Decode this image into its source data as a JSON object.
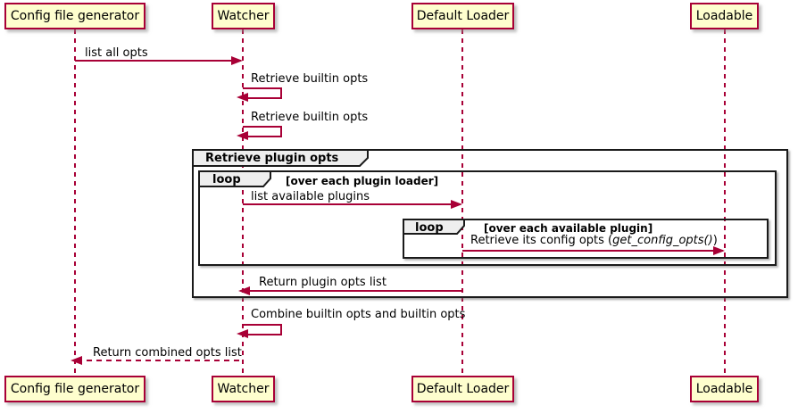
{
  "diagram_type": "sequence-diagram",
  "participants": [
    {
      "name": "Config file generator"
    },
    {
      "name": "Watcher"
    },
    {
      "name": "Default Loader"
    },
    {
      "name": "Loadable"
    }
  ],
  "messages": {
    "m1": "list all opts",
    "m2": "Retrieve builtin opts",
    "m3": "Retrieve builtin opts",
    "m6": "list available plugins",
    "m8_prefix": "Retrieve its config opts (",
    "m8_italic": "get_config_opts()",
    "m8_suffix": ")",
    "m9": "Return plugin opts list",
    "m10": "Combine builtin opts and builtin opts",
    "m11": "Return combined opts list"
  },
  "frames": {
    "group_title": "Retrieve plugin opts",
    "loop1_keyword": "loop",
    "loop1_condition": "[over each plugin loader]",
    "loop2_keyword": "loop",
    "loop2_condition": "[over each available plugin]"
  },
  "colors": {
    "accent": "#A80036",
    "participant_fill": "#FEFECE",
    "frame_border": "#1A1A1A",
    "frame_tab_fill": "#EEEEEE",
    "background": "#FFFFFF"
  }
}
